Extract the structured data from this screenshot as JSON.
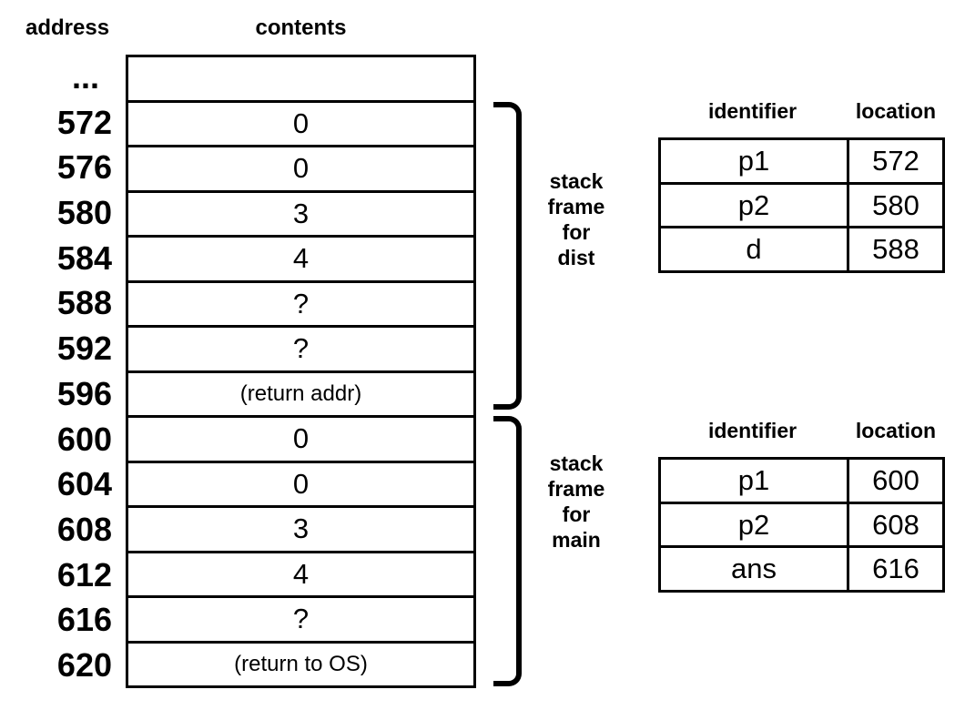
{
  "colors": {
    "background": "#ffffff",
    "ink": "#000000"
  },
  "memory": {
    "address_header": "address",
    "contents_header": "contents",
    "rows": [
      {
        "address": "...",
        "contents": ""
      },
      {
        "address": "572",
        "contents": "0"
      },
      {
        "address": "576",
        "contents": "0"
      },
      {
        "address": "580",
        "contents": "3"
      },
      {
        "address": "584",
        "contents": "4"
      },
      {
        "address": "588",
        "contents": "?"
      },
      {
        "address": "592",
        "contents": "?"
      },
      {
        "address": "596",
        "contents": "(return addr)"
      },
      {
        "address": "600",
        "contents": "0"
      },
      {
        "address": "604",
        "contents": "0"
      },
      {
        "address": "608",
        "contents": "3"
      },
      {
        "address": "612",
        "contents": "4"
      },
      {
        "address": "616",
        "contents": "?"
      },
      {
        "address": "620",
        "contents": "(return to OS)"
      }
    ]
  },
  "frames": [
    {
      "name": "dist",
      "label": "stack\nframe\nfor\ndist"
    },
    {
      "name": "main",
      "label": "stack\nframe\nfor\nmain"
    }
  ],
  "symbol_tables": [
    {
      "headers": [
        "identifier",
        "location"
      ],
      "rows": [
        [
          "p1",
          "572"
        ],
        [
          "p2",
          "580"
        ],
        [
          "d",
          "588"
        ]
      ]
    },
    {
      "headers": [
        "identifier",
        "location"
      ],
      "rows": [
        [
          "p1",
          "600"
        ],
        [
          "p2",
          "608"
        ],
        [
          "ans",
          "616"
        ]
      ]
    }
  ]
}
